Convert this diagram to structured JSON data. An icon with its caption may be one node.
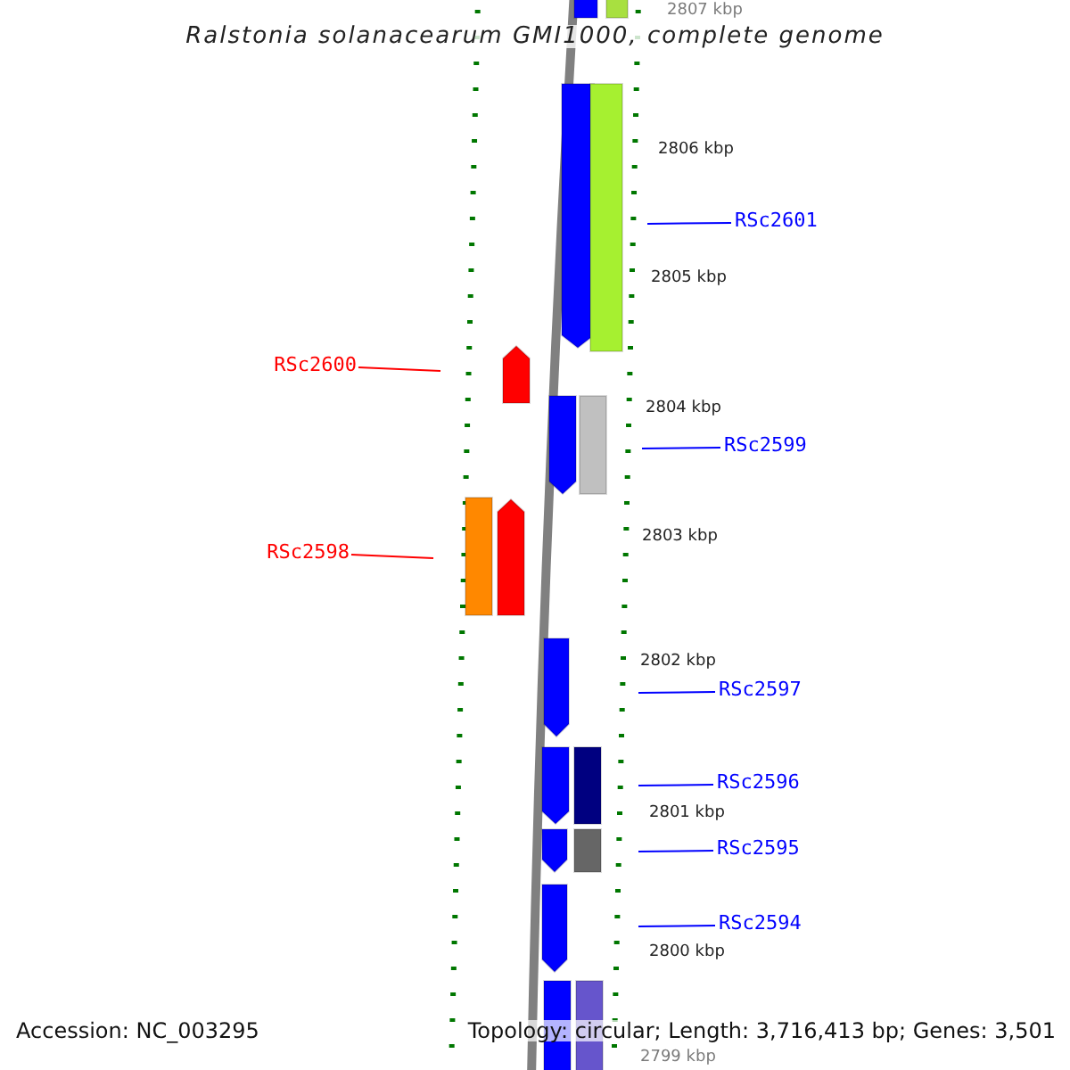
{
  "diagram": {
    "title": "Ralstonia solanacearum GMI1000, complete genome",
    "nodes": [
      {
        "text": [
          "RSc2601"
        ]
      },
      {
        "text": [
          "RSc2600"
        ]
      },
      {
        "text": [
          "RSc2599"
        ]
      },
      {
        "text": [
          "RSc2598"
        ]
      },
      {
        "text": [
          "RSc2597"
        ]
      },
      {
        "text": [
          "RSc2596"
        ]
      },
      {
        "text": [
          "RSc2595"
        ]
      },
      {
        "text": [
          "RSc2594"
        ]
      }
    ],
    "edges": [
      {
        "from": 0,
        "to": null,
        "arrow": "none"
      },
      {
        "from": 1,
        "to": null,
        "arrow": "none",
        "color": "#ff0000"
      },
      {
        "from": 2,
        "to": null,
        "arrow": "none"
      },
      {
        "from": 3,
        "to": null,
        "arrow": "none",
        "color": "#ff0000"
      },
      {
        "from": 4,
        "to": null,
        "arrow": "none"
      },
      {
        "from": 5,
        "to": null,
        "arrow": "none"
      },
      {
        "from": 6,
        "to": null,
        "arrow": "none"
      },
      {
        "from": 7,
        "to": null,
        "arrow": "none"
      }
    ],
    "labels": [
      "2807 kbp",
      "2806 kbp",
      "2805 kbp",
      "2804 kbp",
      "2803 kbp",
      "2802 kbp",
      "2801 kbp",
      "2800 kbp",
      "2799 kbp",
      "Accession: NC_003295",
      "Topology: circular; Length: 3,716,413 bp; Genes: 3,501"
    ]
  }
}
